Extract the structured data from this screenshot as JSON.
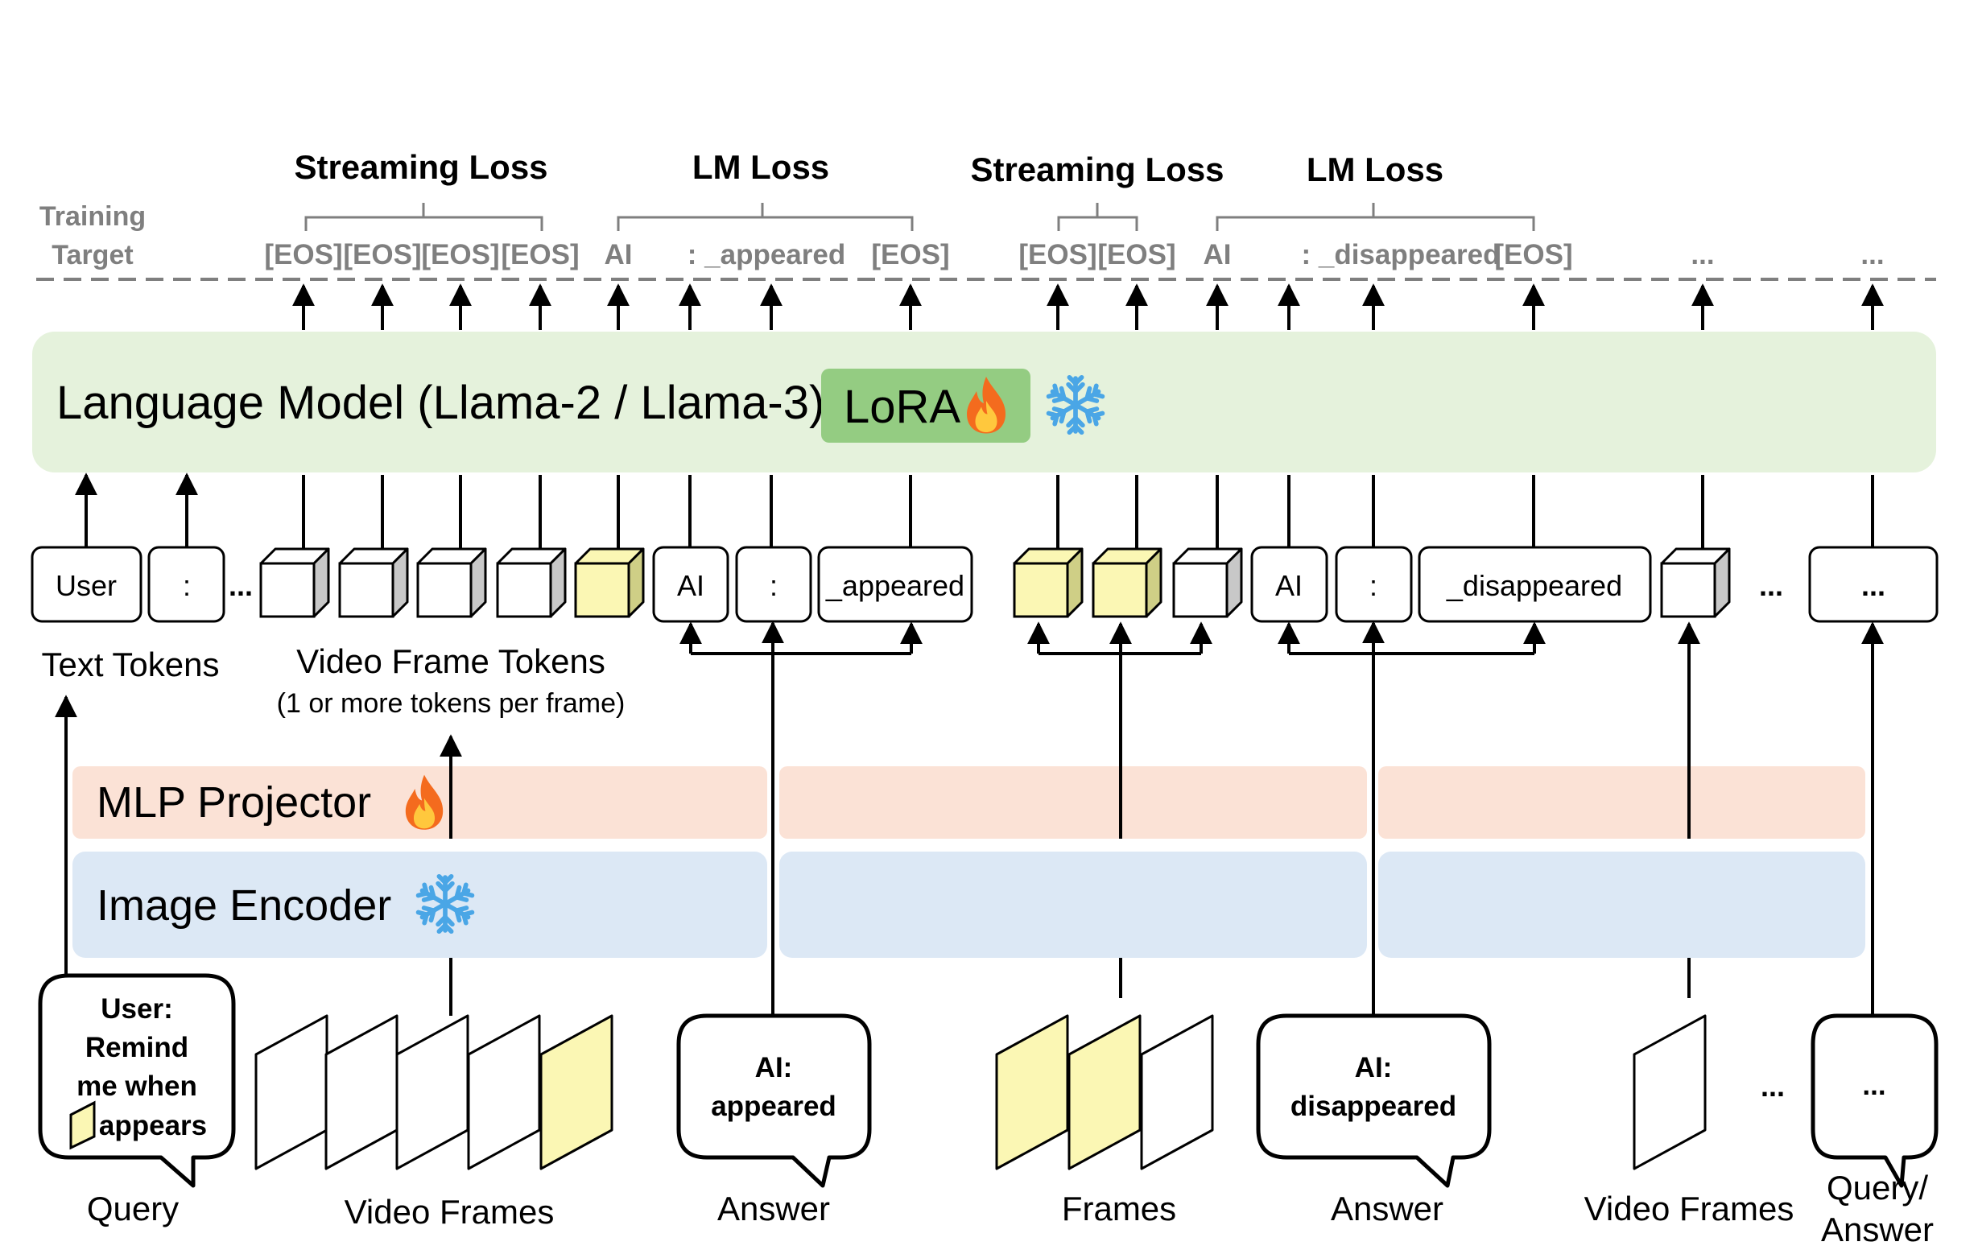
{
  "colors": {
    "lm_fill": "#e5f2dc",
    "lora_fill": "#94cc82",
    "mlp_fill": "#fbe2d6",
    "encoder_fill": "#dce8f5",
    "frame_yellow": "#fbf7b4",
    "cube_side": "#c8c8c8",
    "cube_side_yellow": "#cfcf86",
    "line": "#000000",
    "muted_text": "#7f7f7f",
    "fire": "#f46b1e",
    "snow": "#4aa6e6"
  },
  "icons": {
    "fire": "fire-icon",
    "snow": "snowflake-icon"
  },
  "header": {
    "training_target_line1": "Training",
    "training_target_line2": "Target",
    "losses": [
      {
        "label": "Streaming Loss"
      },
      {
        "label": "LM Loss"
      },
      {
        "label": "Streaming Loss"
      },
      {
        "label": "LM Loss"
      }
    ],
    "targets": [
      "[EOS]",
      "[EOS]",
      "[EOS]",
      "[EOS]",
      "AI",
      ": _appeared",
      "[EOS]",
      "[EOS]",
      "[EOS]",
      "AI",
      ": _disappeared",
      "[EOS]",
      "...",
      "..."
    ]
  },
  "lm": {
    "label": "Language Model (Llama-2 / Llama-3)",
    "lora": "LoRA"
  },
  "tokens": {
    "user": "User",
    "colon1": ":",
    "dots1": "...",
    "ai1": "AI",
    "colon2": ":",
    "appeared": "_appeared",
    "ai2": "AI",
    "colon3": ":",
    "disappeared": "_disappeared",
    "dots2": "...",
    "dots3": "..."
  },
  "labels": {
    "text_tokens": "Text Tokens",
    "video_frame_tokens": "Video Frame Tokens",
    "video_frame_tokens_sub": "(1 or more tokens per frame)",
    "mlp": "MLP Projector",
    "encoder": "Image Encoder"
  },
  "bubbles": {
    "query_line1": "User:",
    "query_line2": "Remind",
    "query_line3": "me when",
    "query_line4": "appears",
    "answer1_line1": "AI:",
    "answer1_line2": "appeared",
    "answer2_line1": "AI:",
    "answer2_line2": "disappeared",
    "dots": "..."
  },
  "bottom": {
    "query": "Query",
    "video_frames1": "Video Frames",
    "answer1": "Answer",
    "frames": "Frames",
    "answer2": "Answer",
    "frames_dots": "...",
    "video_frames2": "Video Frames",
    "query_answer_line1": "Query/",
    "query_answer_line2": "Answer"
  }
}
